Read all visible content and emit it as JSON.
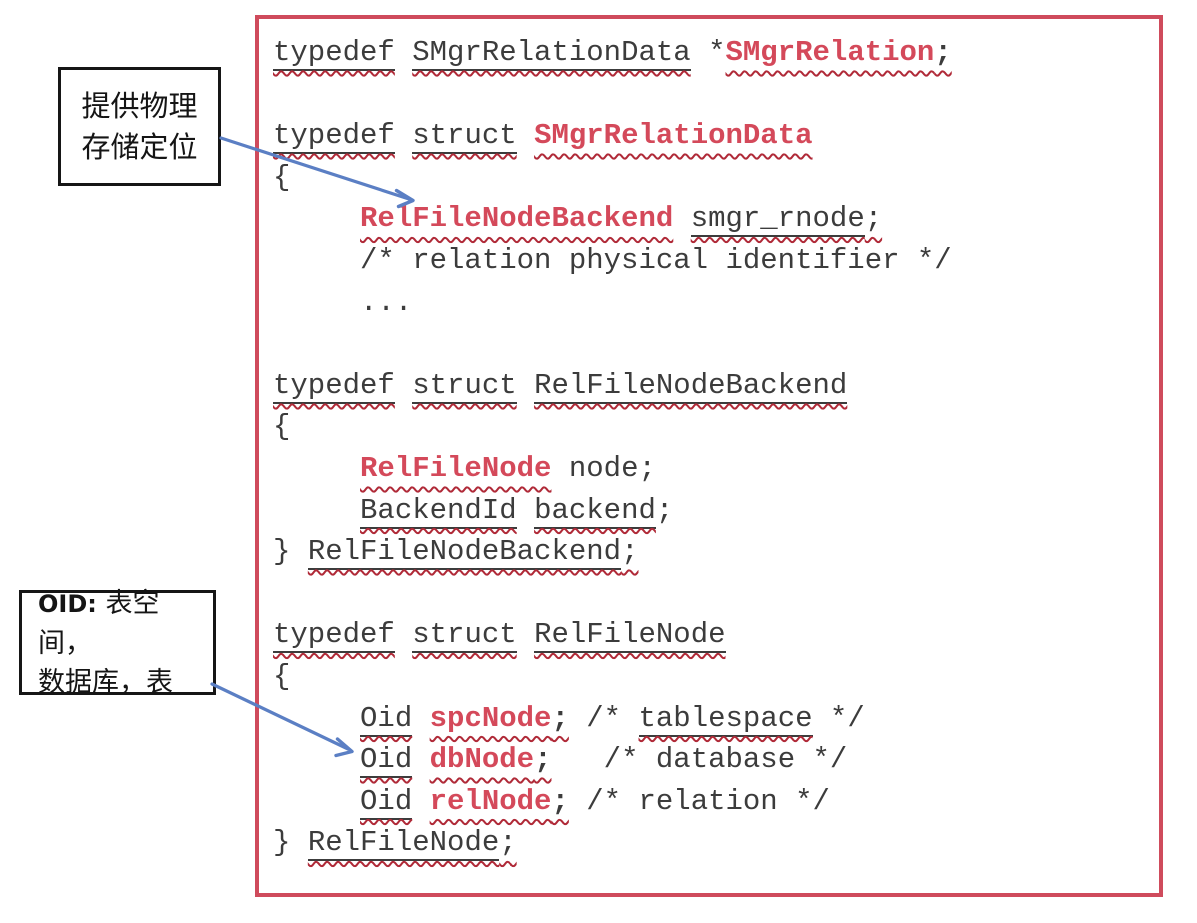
{
  "colors": {
    "accent_red": "#d4495a",
    "wavy_red": "#b02a38",
    "panel_border_red": "#cf4b5c",
    "arrow_blue": "#5b7fc4",
    "code_text": "#3c3c3c"
  },
  "notes": {
    "storage": {
      "line1": "提供物理",
      "line2": "存储定位"
    },
    "oid": {
      "prefix": "OID:",
      "line1_rest": " 表空间，",
      "line2": "数据库，表"
    }
  },
  "code": {
    "lines": [
      [
        [
          "u",
          "typedef"
        ],
        [
          "p",
          " "
        ],
        [
          "u",
          "SMgrRelationData"
        ],
        [
          "p",
          " *"
        ],
        [
          "b",
          "SMgrRelation"
        ],
        [
          "s",
          ";"
        ]
      ],
      [],
      [
        [
          "u",
          "typedef"
        ],
        [
          "p",
          " "
        ],
        [
          "u",
          "struct"
        ],
        [
          "p",
          " "
        ],
        [
          "b",
          "SMgrRelationData"
        ]
      ],
      [
        [
          "p",
          "{"
        ]
      ],
      [
        [
          "p",
          "     "
        ],
        [
          "b",
          "RelFileNodeBackend"
        ],
        [
          "p",
          " "
        ],
        [
          "u",
          "smgr_rnode"
        ],
        [
          "w",
          ";"
        ]
      ],
      [
        [
          "p",
          "     /* relation physical identifier */"
        ]
      ],
      [
        [
          "p",
          "     ..."
        ]
      ],
      [],
      [
        [
          "u",
          "typedef"
        ],
        [
          "p",
          " "
        ],
        [
          "u",
          "struct"
        ],
        [
          "p",
          " "
        ],
        [
          "u",
          "RelFileNodeBackend"
        ]
      ],
      [
        [
          "p",
          "{"
        ]
      ],
      [
        [
          "p",
          "     "
        ],
        [
          "b",
          "RelFileNode"
        ],
        [
          "p",
          " node;"
        ]
      ],
      [
        [
          "p",
          "     "
        ],
        [
          "u",
          "BackendId"
        ],
        [
          "p",
          " "
        ],
        [
          "u",
          "backend"
        ],
        [
          "p",
          ";"
        ]
      ],
      [
        [
          "p",
          "} "
        ],
        [
          "u",
          "RelFileNodeBackend"
        ],
        [
          "w",
          ";"
        ]
      ],
      [],
      [
        [
          "u",
          "typedef"
        ],
        [
          "p",
          " "
        ],
        [
          "u",
          "struct"
        ],
        [
          "p",
          " "
        ],
        [
          "u",
          "RelFileNode"
        ]
      ],
      [
        [
          "p",
          "{"
        ]
      ],
      [
        [
          "p",
          "     "
        ],
        [
          "u",
          "Oid"
        ],
        [
          "p",
          " "
        ],
        [
          "b",
          "spcNode"
        ],
        [
          "s",
          ";"
        ],
        [
          "p",
          " /* "
        ],
        [
          "u",
          "tablespace"
        ],
        [
          "p",
          " */"
        ]
      ],
      [
        [
          "p",
          "     "
        ],
        [
          "u",
          "Oid"
        ],
        [
          "p",
          " "
        ],
        [
          "b",
          "dbNode"
        ],
        [
          "s",
          ";"
        ],
        [
          "p",
          "   /* database */"
        ]
      ],
      [
        [
          "p",
          "     "
        ],
        [
          "u",
          "Oid"
        ],
        [
          "p",
          " "
        ],
        [
          "b",
          "relNode"
        ],
        [
          "s",
          ";"
        ],
        [
          "p",
          " /* relation */"
        ]
      ],
      [
        [
          "p",
          "} "
        ],
        [
          "u",
          "RelFileNode"
        ],
        [
          "w",
          ";"
        ]
      ]
    ]
  }
}
